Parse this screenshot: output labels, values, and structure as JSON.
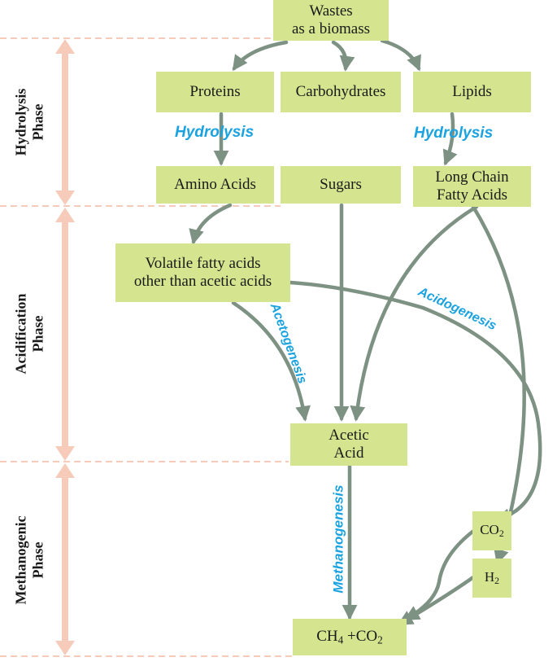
{
  "phases": {
    "hydrolysis": {
      "line1": "Hydrolysis",
      "line2": "Phase"
    },
    "acidification": {
      "line1": "Acidification",
      "line2": "Phase"
    },
    "methanogenic": {
      "line1": "Methanogenic",
      "line2": "Phase"
    }
  },
  "boxes": {
    "wastes": {
      "line1": "Wastes",
      "line2": "as a biomass"
    },
    "proteins": "Proteins",
    "carbohydrates": "Carbohydrates",
    "lipids": "Lipids",
    "amino_acids": "Amino Acids",
    "sugars": "Sugars",
    "lcfa": {
      "line1": "Long Chain",
      "line2": "Fatty Acids"
    },
    "vfa": {
      "line1": "Volatile fatty acids",
      "line2": "other than acetic acids"
    },
    "acetic": {
      "line1": "Acetic",
      "line2": "Acid"
    },
    "co2": {
      "main": "CO",
      "sub": "2"
    },
    "h2": {
      "main": "H",
      "sub": "2"
    },
    "products": {
      "a": "CH",
      "a_sub": "4",
      "b": " +CO",
      "b_sub": "2"
    }
  },
  "processes": {
    "hydrolysis_left": "Hydrolysis",
    "hydrolysis_right": "Hydrolysis",
    "acetogenesis": "Acetogenesis",
    "acidogenesis": "Acidogenesis",
    "methanogenesis": "Methanogenesis"
  },
  "colors": {
    "box_fill": "#d5e48f",
    "arrow": "#7e9284",
    "process_text": "#1aa3e0",
    "phase_marker": "#f6cbb9"
  }
}
